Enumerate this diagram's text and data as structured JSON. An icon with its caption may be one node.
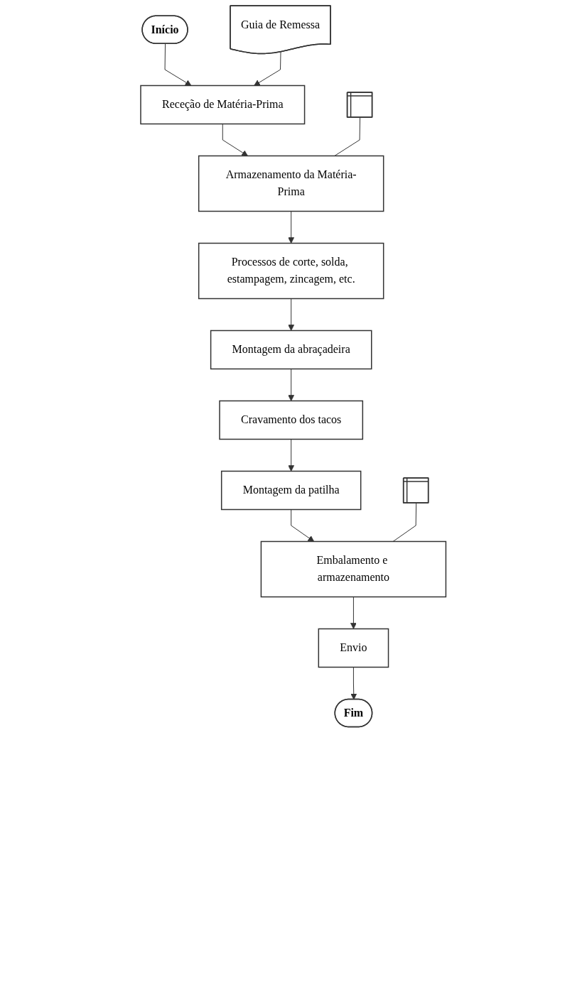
{
  "diagram": {
    "nodes": [
      {
        "text": [
          "Início"
        ]
      },
      {
        "text": [
          "Receção de Matéria-Prima"
        ]
      },
      {
        "text": [
          "Guia de Remessa"
        ]
      },
      {
        "text": [],
        "shape": "box"
      },
      {
        "text": [
          "Armazenamento da Matéria-Prima"
        ]
      },
      {
        "text": [
          "Processos de corte, solda, estampagem, zincagem, etc."
        ]
      },
      {
        "text": [
          "Montagem da abraçadeira"
        ]
      },
      {
        "text": [
          "Cravamento dos tacos"
        ]
      },
      {
        "text": [
          "Montagem da patilha"
        ]
      },
      {
        "text": [],
        "shape": "box"
      },
      {
        "text": [
          "Embalamento e armazenamento"
        ]
      },
      {
        "text": [
          "Envio"
        ]
      },
      {
        "text": [
          "Fim"
        ]
      }
    ],
    "edges": [
      {
        "from": 0,
        "to": 1,
        "arrow": "to"
      },
      {
        "from": 2,
        "to": 1,
        "arrow": "to"
      },
      {
        "from": 1,
        "to": 4,
        "arrow": "to"
      },
      {
        "from": 3,
        "to": 4,
        "arrow": "none"
      },
      {
        "from": 4,
        "to": 5,
        "arrow": "to"
      },
      {
        "from": 5,
        "to": 6,
        "arrow": "to"
      },
      {
        "from": 6,
        "to": 7,
        "arrow": "to"
      },
      {
        "from": 7,
        "to": 8,
        "arrow": "to"
      },
      {
        "from": 8,
        "to": 10,
        "arrow": "to"
      },
      {
        "from": 9,
        "to": 10,
        "arrow": "none"
      },
      {
        "from": 10,
        "to": 11,
        "arrow": "to"
      },
      {
        "from": 11,
        "to": 12,
        "arrow": "to"
      }
    ]
  }
}
